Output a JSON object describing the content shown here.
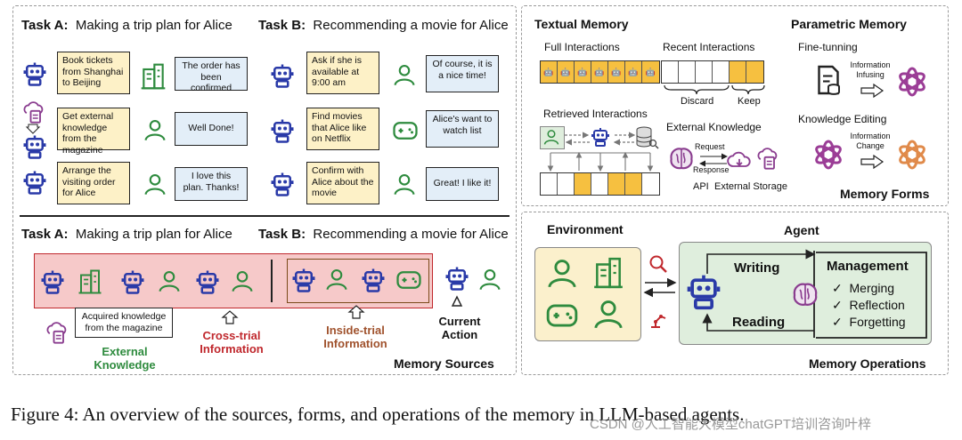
{
  "left_panel": {
    "top": {
      "task_a_prefix": "Task A:",
      "task_a_title": "Making a trip plan for Alice",
      "task_b_prefix": "Task B:",
      "task_b_title": "Recommending a movie for Alice",
      "a_bubbles": [
        "Book tickets from Shanghai to Beijing",
        "Get external knowledge from the magazine",
        "Arrange the visiting order for Alice"
      ],
      "a_replies": [
        "The order has been confirmed",
        "Well Done!",
        "I love this plan. Thanks!"
      ],
      "b_bubbles": [
        "Ask if she is available at 9:00 am",
        "Find movies that Alice like on Netflix",
        "Confirm with Alice about the movie"
      ],
      "b_replies": [
        "Of course, it is a nice time!",
        "Alice's want to watch list",
        "Great! I like it!"
      ]
    },
    "bottom": {
      "task_a_prefix": "Task A:",
      "task_a_title": "Making a trip plan for Alice",
      "task_b_prefix": "Task B:",
      "task_b_title": "Recommending a movie for Alice",
      "acquired_note": "Acquired knowledge from the magazine",
      "external_knowledge": "External Knowledge",
      "cross_trial": "Cross-trial Information",
      "inside_trial": "Inside-trial Information",
      "current_action": "Current Action",
      "panel_label": "Memory Sources"
    }
  },
  "forms_panel": {
    "textual_memory": "Textual Memory",
    "parametric_memory": "Parametric Memory",
    "full_interactions": "Full Interactions",
    "recent_interactions": "Recent Interactions",
    "discard": "Discard",
    "keep": "Keep",
    "retrieved_interactions": "Retrieved Interactions",
    "external_knowledge": "External Knowledge",
    "request": "Request",
    "response": "Response",
    "api": "API",
    "external_storage": "External Storage",
    "fine_tuning": "Fine-tunning",
    "info_infusing": "Information Infusing",
    "knowledge_editing": "Knowledge Editing",
    "info_change": "Information Change",
    "panel_label": "Memory Forms"
  },
  "ops_panel": {
    "environment": "Environment",
    "agent": "Agent",
    "writing": "Writing",
    "reading": "Reading",
    "management": "Management",
    "ops": [
      "Merging",
      "Reflection",
      "Forgetting"
    ],
    "panel_label": "Memory Operations"
  },
  "caption": "Figure 4: An overview of the sources, forms, and operations of the memory in LLM-based agents.",
  "watermark": "CSDN @人工智能大模型chatGPT培训咨询叶梓",
  "colors": {
    "robot": "#2a3aa8",
    "human": "#2e8b3e",
    "red_band": "#f6c9c9",
    "red_text": "#c0282d",
    "brown_text": "#a0522d",
    "orange_cell": "#f6c040",
    "env_fill": "#fbf0cc",
    "agent_fill": "#dfeedd",
    "brain": "#8a3d8f"
  }
}
